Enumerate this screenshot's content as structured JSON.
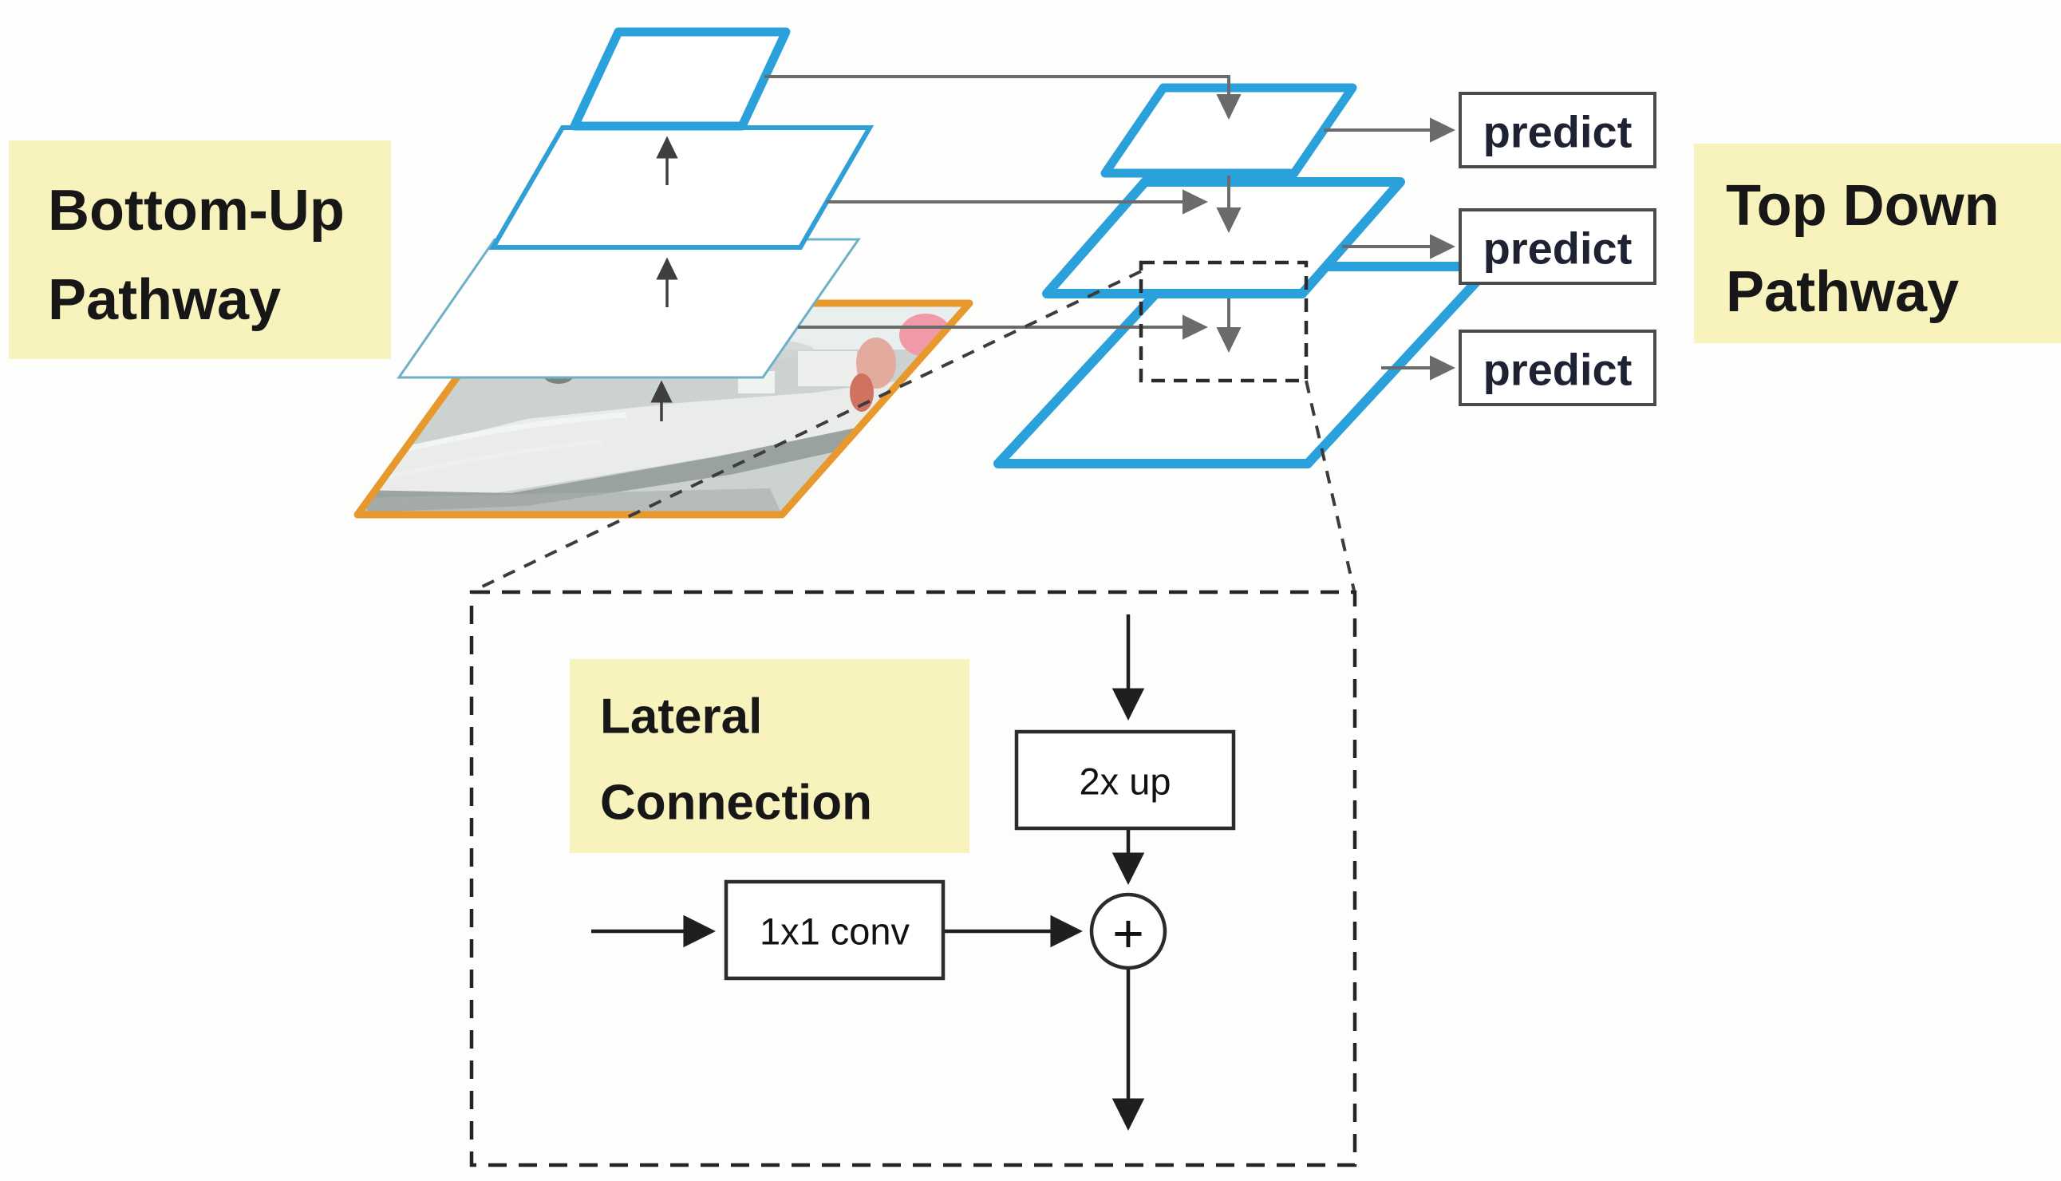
{
  "labels": {
    "bottom_up": {
      "line1": "Bottom-Up",
      "line2": "Pathway"
    },
    "top_down": {
      "line1": "Top Down",
      "line2": "Pathway"
    },
    "lateral": {
      "line1": "Lateral",
      "line2": "Connection"
    }
  },
  "predict_boxes": [
    {
      "label": "predict"
    },
    {
      "label": "predict"
    },
    {
      "label": "predict"
    }
  ],
  "detail": {
    "upsample": "2x up",
    "conv": "1x1 conv",
    "merge": "+"
  },
  "colors": {
    "pyramid_blue": "#2ba1dc",
    "thin_layer_blue": "#6fb0c8",
    "mid_layer_blue": "#2f9fd6",
    "image_border": "#e8992e",
    "label_bg": "#f8f2bd",
    "connector_gray": "#6b6b6b",
    "arrow_dark": "#3f3f3f",
    "detail_ink": "#1f1f1f",
    "background": "#fdfdfc"
  }
}
